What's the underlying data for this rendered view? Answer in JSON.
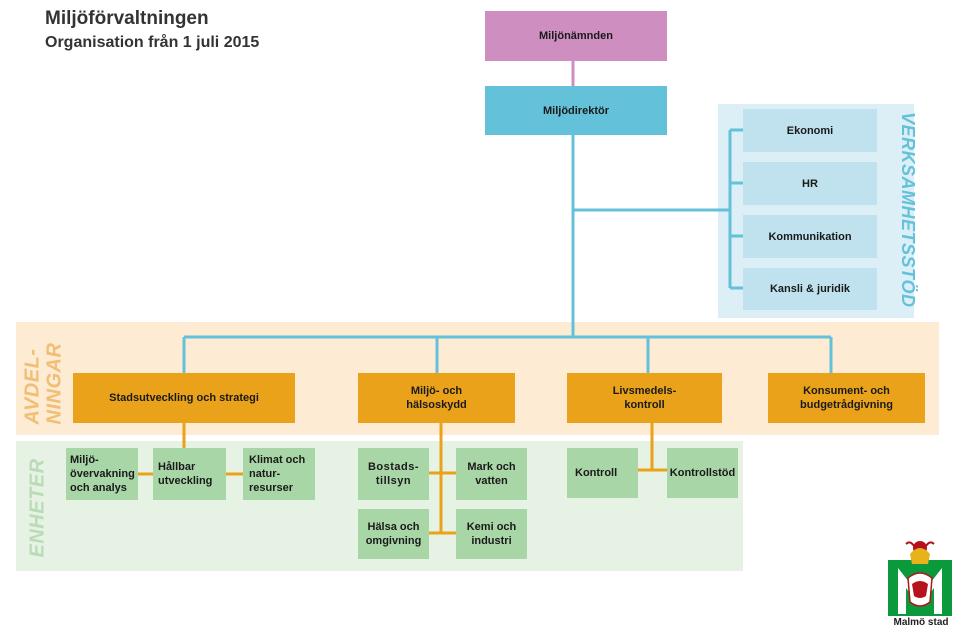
{
  "header": {
    "title": "Miljöförvaltningen",
    "subtitle": "Organisation från 1 juli 2015"
  },
  "top": {
    "namnden": "Miljönämnden",
    "direktor": "Miljödirektör"
  },
  "verksamhetsstod": {
    "label": "VERKSAMHETSSTÖD",
    "items": [
      "Ekonomi",
      "HR",
      "Kommunikation",
      "Kansli & juridik"
    ]
  },
  "avdelningar": {
    "label_line1": "AVDEL-",
    "label_line2": "NINGAR",
    "items": [
      "Stadsutveckling och strategi",
      "Miljö- och\nhälsoskydd",
      "Livsmedels-\nkontroll",
      "Konsument- och\nbudgetrådgivning"
    ]
  },
  "enheter": {
    "label": "ENHETER",
    "stadsutveckling": [
      "Miljö-\növervakning\noch analys",
      "Hållbar\nutveckling",
      "Klimat och\nnatur-\nresurser"
    ],
    "miljo": [
      "Bostads-\ntillsyn",
      "Mark och\nvatten",
      "Hälsa och\nomgivning",
      "Kemi och\nindustri"
    ],
    "livsmedel": [
      "Kontroll",
      "Kontrollstöd"
    ]
  },
  "colors": {
    "pink": "#cf8ec0",
    "blue": "#64c1da",
    "light_blue": "#c0e2ee",
    "orange": "#e9a21a",
    "green": "#a9d6a7"
  },
  "logo": {
    "text": "Malmö stad"
  }
}
